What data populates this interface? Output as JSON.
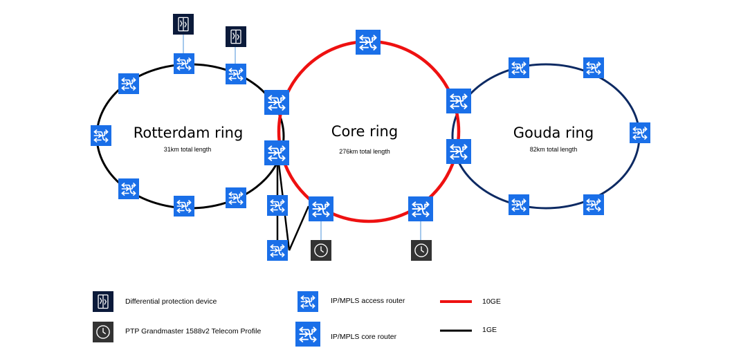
{
  "rings": {
    "rotterdam": {
      "title": "Rotterdam ring",
      "length": "31km total length"
    },
    "core": {
      "title": "Core ring",
      "length": "276km total length"
    },
    "gouda": {
      "title": "Gouda ring",
      "length": "82km total length"
    }
  },
  "legend": {
    "diff_protection": "Differential protection device",
    "ptp": "PTP Grandmaster 1588v2 Telecom Profile",
    "access_router": "IP/MPLS access router",
    "core_router": "IP/MPLS core router",
    "link_10ge": "10GE",
    "link_1ge": "1GE"
  },
  "colors": {
    "router_blue": "#1a6fe8",
    "ring_10ge": "#ee1111",
    "ring_1ge": "#000000",
    "ring_gouda": "#0d2a63",
    "dark_device": "#0b1a3a",
    "ptp_gray": "#333333",
    "connector": "#4a90d9"
  },
  "icons": {
    "router": "router-arrows-icon",
    "diff_protection": "differential-protection-icon",
    "ptp": "clock-icon"
  }
}
